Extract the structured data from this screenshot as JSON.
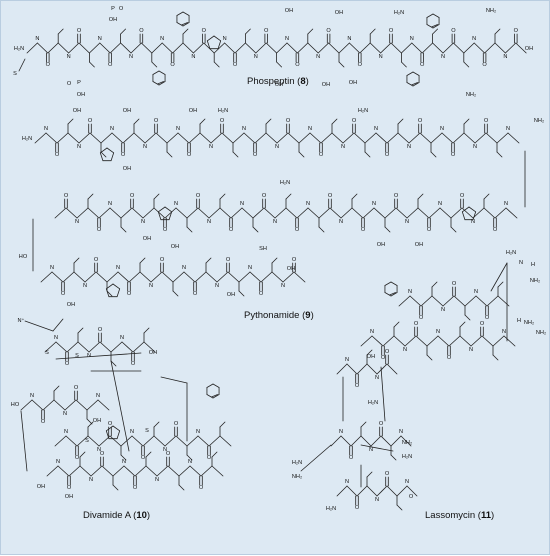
{
  "compounds": [
    {
      "name": "Phospeptin",
      "number": "8"
    },
    {
      "name": "Pythonamide",
      "number": "9"
    },
    {
      "name": "Divamide A",
      "number": "10"
    },
    {
      "name": "Lassomycin",
      "number": "11"
    }
  ],
  "atom_labels": {
    "amine": "H₂N",
    "amine_right": "NH₂",
    "hydroxyl": "OH",
    "hydroxyl_left": "HO",
    "oxygen": "O",
    "nitrogen": "N",
    "nitrogen_h": "N",
    "hydrogen": "H",
    "sulfur": "S",
    "thiol": "SH",
    "phosphorus": "P",
    "ammonium": "N⁺"
  },
  "colors": {
    "background": "#dde9f3",
    "bond": "#222222",
    "text": "#111111"
  }
}
